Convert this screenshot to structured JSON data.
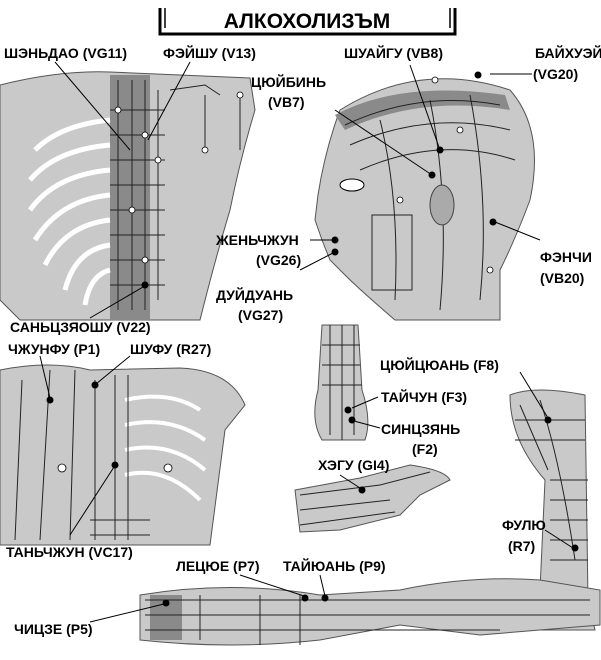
{
  "title": "АЛКОХОЛИЗЪМ",
  "points": {
    "shendao": "ШЭНЬДАО (VG11)",
    "feishu": "ФЭЙШУ (V13)",
    "shuaigu": "ШУАЙГУ (VB8)",
    "baihui_1": "БАЙХУЭЙ",
    "baihui_2": "(VG20)",
    "qubin_1": "ЦЮЙБИНЬ",
    "qubin_2": "(VB7)",
    "renzhong": "ЖЕНЬЧЖУН",
    "renzhong_code": "(VG26)",
    "fengchi_1": "ФЭНЧИ",
    "fengchi_2": "(VB20)",
    "duiduan_1": "ДУЙДУАНЬ",
    "duiduan_2": "(VG27)",
    "sanjiaoshu": "САНЬЦЗЯОШУ (V22)",
    "zhongfu": "ЧЖУНФУ (P1)",
    "shufu": "ШУФУ (R27)",
    "ququan": "ЦЮЙЦЮАНЬ (F8)",
    "taichong": "ТАЙЧУН (F3)",
    "xingjian_1": "СИНЦЗЯНЬ",
    "xingjian_2": "(F2)",
    "hegu": "ХЭГУ (GI4)",
    "fuliu_1": "ФУЛЮ",
    "fuliu_2": "(R7)",
    "tanzhong": "ТАНЬЧЖУН (VC17)",
    "lieque": "ЛЕЦЮЕ (P7)",
    "taiyuan": "ТАЙЮАНЬ (P9)",
    "chize": "ЧИЦЗЕ (P5)"
  }
}
